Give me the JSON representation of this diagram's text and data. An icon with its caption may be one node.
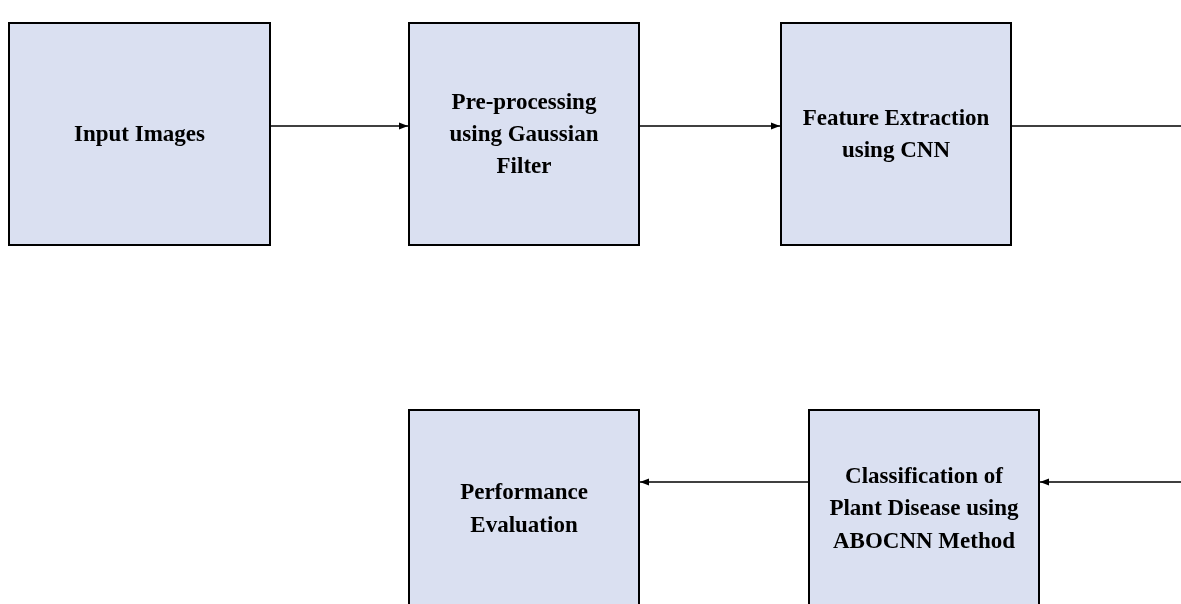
{
  "diagram": {
    "nodes": [
      {
        "text": [
          "Input Images"
        ]
      },
      {
        "text": [
          "Pre-processing using Gaussian Filter"
        ]
      },
      {
        "text": [
          "Feature Extraction using CNN"
        ]
      },
      {
        "text": [
          "Performance Evaluation"
        ]
      },
      {
        "text": [
          "Classification of Plant Disease using ABOCNN Method"
        ]
      }
    ],
    "edges": [
      {
        "from": 0,
        "to": 1,
        "arrow": "to"
      },
      {
        "from": 1,
        "to": 2,
        "arrow": "to"
      },
      {
        "from": 2,
        "to": 4,
        "arrow": "to"
      },
      {
        "from": 4,
        "to": 3,
        "arrow": "to"
      }
    ]
  }
}
